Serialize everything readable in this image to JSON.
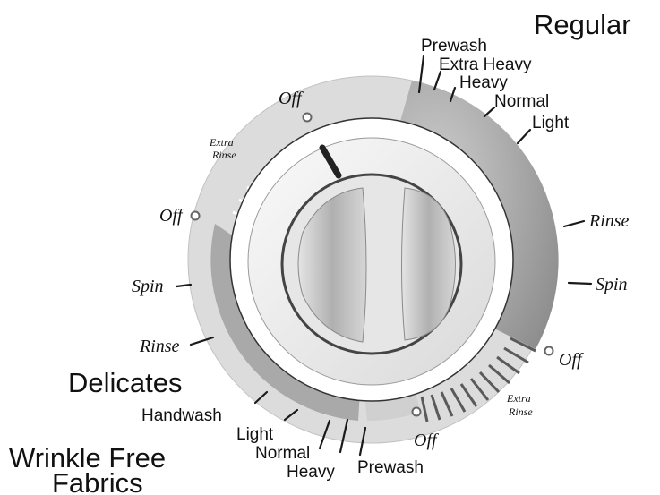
{
  "sections": {
    "regular": "Regular",
    "delicates": "Delicates",
    "wrinkle_free": [
      "Wrinkle Free",
      "Fabrics"
    ]
  },
  "regular_labels": {
    "prewash": "Prewash",
    "extra_heavy": "Extra Heavy",
    "heavy": "Heavy",
    "normal": "Normal",
    "light": "Light",
    "rinse": "Rinse",
    "spin": "Spin",
    "off": "Off"
  },
  "top_off": "Off",
  "top_extra_rinse": [
    "Extra",
    "Rinse"
  ],
  "bottom_extra_rinse": [
    "Extra",
    "Rinse"
  ],
  "delicates_labels": {
    "off": "Off",
    "spin": "Spin",
    "rinse": "Rinse",
    "handwash": "Handwash",
    "light": "Light"
  },
  "wrinkle_free_labels": {
    "normal": "Normal",
    "heavy": "Heavy",
    "prewash": "Prewash",
    "off": "Off"
  },
  "colors": {
    "regular_band": "#9a9a9a",
    "delicates_band": "#b4b4b4",
    "light_band": "#dedede",
    "knob_face": "#efefef",
    "grip": "#c9c9c9"
  }
}
